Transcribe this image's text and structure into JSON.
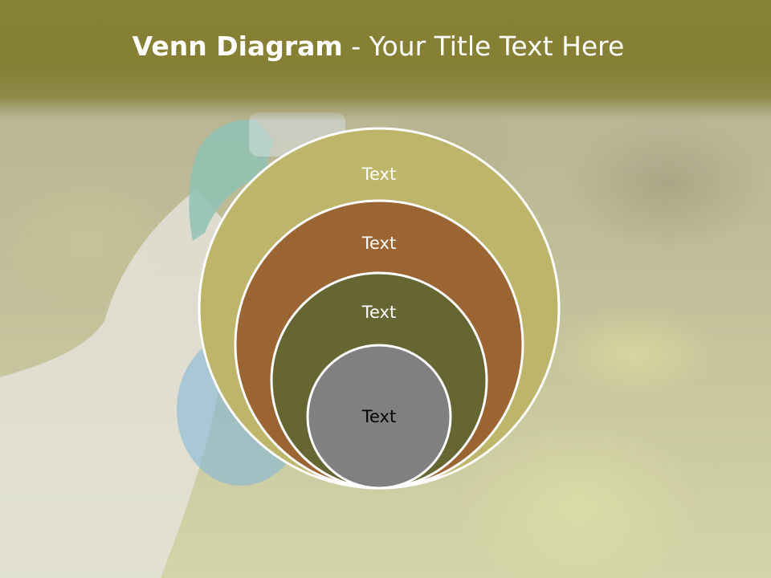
{
  "slide": {
    "title_bold": "Venn Diagram",
    "title_rest": " - Your Title Text Here"
  },
  "diagram": {
    "layers": [
      {
        "label": "Text",
        "fill": "#bdb56a",
        "text_color": "#ffffff"
      },
      {
        "label": "Text",
        "fill": "#9a6433",
        "text_color": "#ffffff"
      },
      {
        "label": "Text",
        "fill": "#666633",
        "text_color": "#ffffff"
      },
      {
        "label": "Text",
        "fill": "#808080",
        "text_color": "#000000"
      }
    ],
    "outline": "#ffffff"
  },
  "colors": {
    "header": "#878134",
    "background": "#c0bd98"
  }
}
